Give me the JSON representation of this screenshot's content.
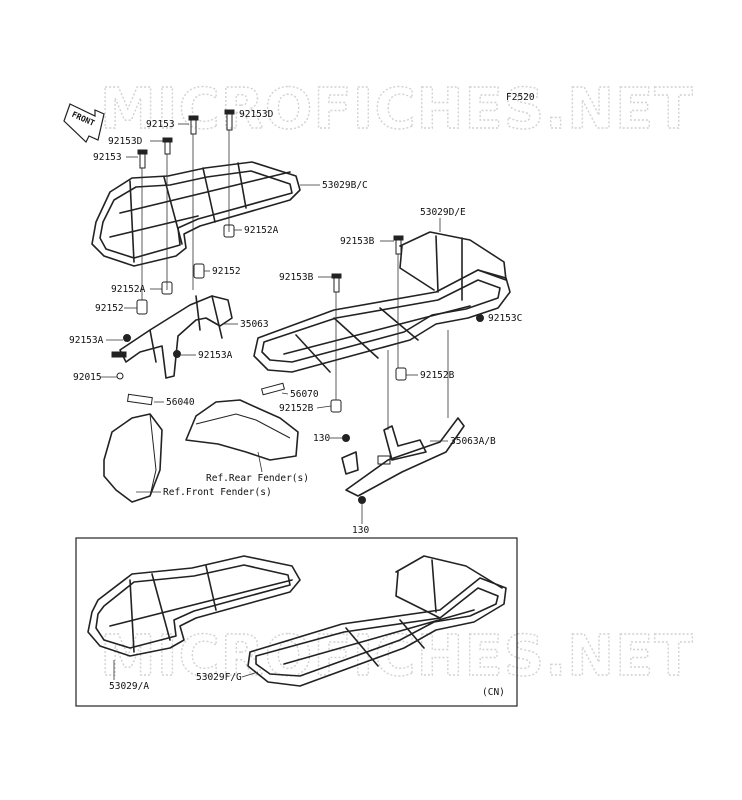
{
  "figure_code": "F2520",
  "front_arrow": "FRONT",
  "watermark": "MICROFICHES.NET",
  "labels": {
    "p92153_top": "92153",
    "p92153D_top": "92153D",
    "p92153D_left": "92153D",
    "p92153_left": "92153",
    "p53029BC": "53029B/C",
    "p53029DE": "53029D/E",
    "p92152A_r": "92152A",
    "p92153B_a": "92153B",
    "p92153B_b": "92153B",
    "p92152_mid": "92152",
    "p92152A_l": "92152A",
    "p92152_l": "92152",
    "p35063": "35063",
    "p92153C": "92153C",
    "p92153A_l": "92153A",
    "p92153A_r": "92153A",
    "p92152B_a": "92152B",
    "p92015": "92015",
    "p56070": "56070",
    "p92152B_b": "92152B",
    "p56040": "56040",
    "p130_a": "130",
    "p35063AB": "35063A/B",
    "ref_rear": "Ref.Rear Fender(s)",
    "ref_front": "Ref.Front Fender(s)",
    "p130_b": "130",
    "p53029A": "53029/A",
    "p53029FG": "53029F/G",
    "cn": "(CN)"
  }
}
